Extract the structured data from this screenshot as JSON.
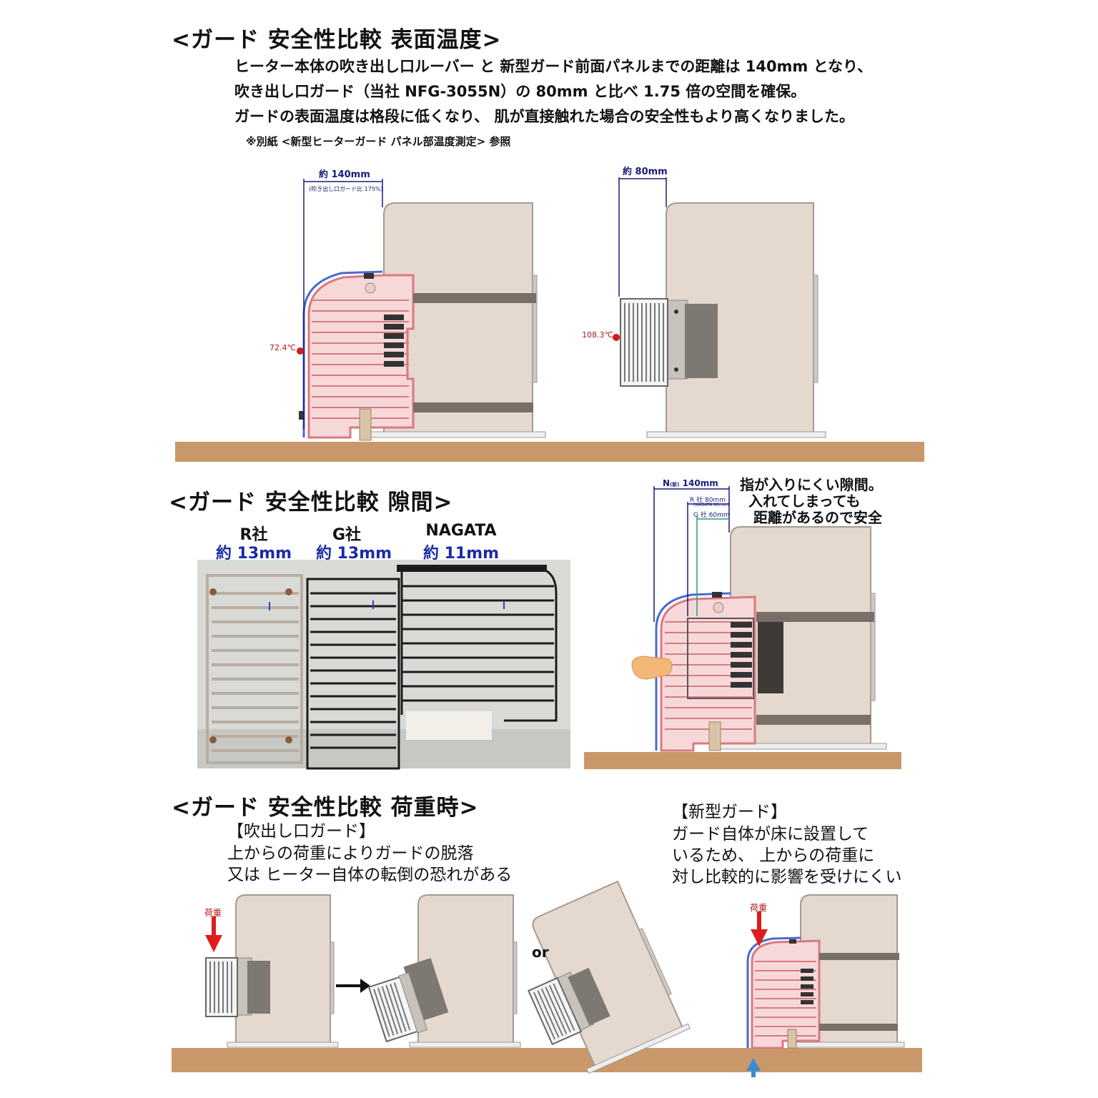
{
  "section1": {
    "title": "<ガード 安全性比較 表面温度>",
    "lines": [
      "ヒーター本体の吹き出し口ルーバー と 新型ガード前面パネルまでの距離は 140mm となり、",
      "吹き出し口ガード（当社 NFG-3055N）の 80mm と比べ 1.75 倍の空間を確保。",
      "ガードの表面温度は格段に低くなり、 肌が直接触れた場合の安全性もより高くなりました。"
    ],
    "note": "※別紙 <新型ヒーターガード パネル部温度測定> 参照",
    "left": {
      "dim_label": "約 140mm",
      "dim_sub": "(吹き出し口ガード比 175%)",
      "temp": "72.4℃"
    },
    "right": {
      "dim_label": "約 80mm",
      "temp": "108.3℃"
    }
  },
  "section2": {
    "title": "<ガード 安全性比較 隙間>",
    "brands": [
      {
        "name": "R社",
        "gap": "約 13mm"
      },
      {
        "name": "G社",
        "gap": "約 13mm"
      },
      {
        "name": "NAGATA",
        "gap": "約 11mm"
      }
    ],
    "diagram": {
      "n_label_prefix": "N",
      "n_label_paren": "(新)",
      "n_label_value": "140mm",
      "r_label": "R 社 80mm",
      "r_sub": "(NAGATA 80mm)",
      "g_label": "G 社 60mm",
      "comment": [
        "指が入りにくい隙間。",
        "入れてしまっても",
        "距離があるので安全"
      ]
    }
  },
  "section3": {
    "title": "<ガード 安全性比較 荷重時>",
    "left_comment": [
      "【吹出し口ガード】",
      "上からの荷重によりガードの脱落",
      "又は ヒーター自体の転倒の恐れがある"
    ],
    "right_comment": [
      "【新型ガード】",
      "ガード自体が床に設置して",
      "いるため、 上からの荷重に",
      "対し比較的に影響を受けにくい"
    ],
    "load_label": "荷重",
    "or_label": "or"
  },
  "colors": {
    "heater_body": "#e5d8ce",
    "heater_edge": "#a8998c",
    "guard_red": "#d97a80",
    "guard_fill": "#f3cfd0",
    "floor": "#c9986a",
    "dim_blue": "#1a1a7a",
    "temp_red": "#cc1f1f",
    "arrow_red": "#e01b1b",
    "arrow_blue": "#3a8ad8"
  },
  "icons": [
    "heater-icon",
    "guard-icon",
    "hand-icon",
    "load-arrow-icon",
    "support-arrow-icon"
  ]
}
